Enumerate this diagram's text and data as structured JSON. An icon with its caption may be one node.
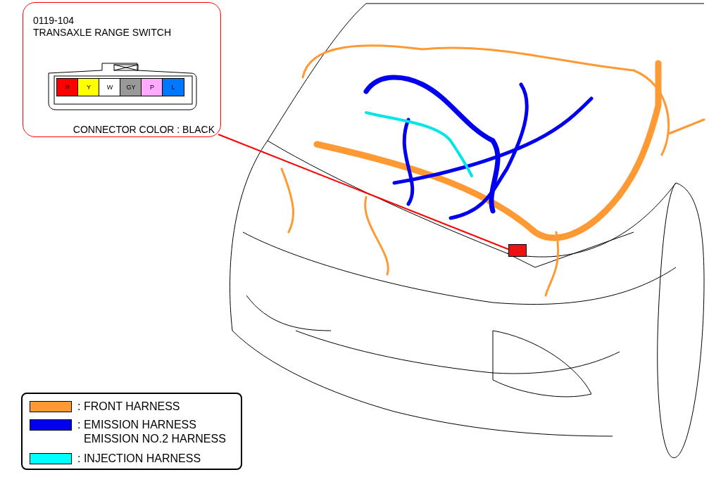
{
  "diagram": {
    "nodes": [
      {
        "text": [
          "0119-104",
          "TRANSAXLE RANGE SWITCH",
          "CONNECTOR COLOR : BLACK"
        ]
      },
      {
        "text": [],
        "shape": "box"
      }
    ],
    "edges": [
      {
        "from": 0,
        "to": 1,
        "arrow": "none",
        "color": "#ff0000"
      }
    ],
    "labels": [
      "R",
      "Y",
      "W",
      "GY",
      "P",
      "L"
    ],
    "legend": [
      {
        "text": ": FRONT HARNESS",
        "color": "#ff9933"
      },
      {
        "text": ": EMISSION HARNESS EMISSION NO.2 HARNESS",
        "color": "#0000ee"
      },
      {
        "text": ": INJECTION HARNESS",
        "color": "#00ffff"
      }
    ]
  }
}
